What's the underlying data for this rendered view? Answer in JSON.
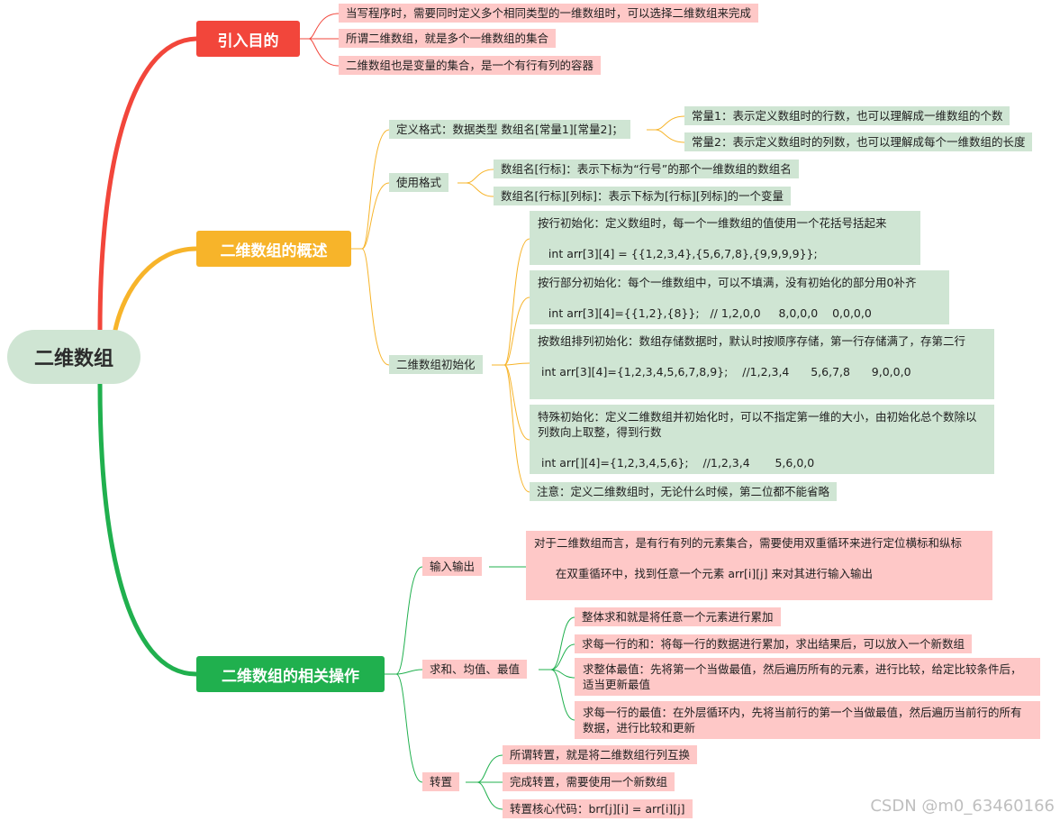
{
  "root": "二维数组",
  "colors": {
    "red": "#f2463b",
    "orange": "#f7b42a",
    "green": "#20b04e",
    "pink_box": "#fec8c7",
    "green_box": "#cfe5d3"
  },
  "branch1": {
    "title": "引入目的",
    "items": [
      "当写程序时，需要同时定义多个相同类型的一维数组时，可以选择二维数组来完成",
      "所谓二维数组，就是多个一维数组的集合",
      "二维数组也是变量的集合，是一个有行有列的容器"
    ]
  },
  "branch2": {
    "title": "二维数组的概述",
    "def": {
      "label": "定义格式：数据类型 数组名[常量1][常量2]；",
      "c1": "常量1：表示定义数组时的行数，也可以理解成一维数组的个数",
      "c2": "常量2：表示定义数组时的列数，也可以理解成每个一维数组的长度"
    },
    "use": {
      "label": "使用格式",
      "u1": "数组名[行标]：表示下标为“行号”的那个一维数组的数组名",
      "u2": "数组名[行标][列标]：表示下标为[行标][列标]的一个变量"
    },
    "init": {
      "label": "二维数组初始化",
      "i1": "按行初始化：定义数组时，每一个一维数组的值使用一个花括号括起来\n\n   int arr[3][4] = {{1,2,3,4},{5,6,7,8},{9,9,9,9}};",
      "i2": "按行部分初始化：每个一维数组中，可以不填满，没有初始化的部分用0补齐\n\n   int arr[3][4]={{1,2},{8}};   // 1,2,0,0     8,0,0,0    0,0,0,0",
      "i3": "按数组排列初始化：数组存储数据时，默认时按顺序存储，第一行存储满了，存第二行\n\n int arr[3][4]={1,2,3,4,5,6,7,8,9};    //1,2,3,4      5,6,7,8      9,0,0,0",
      "i4": "特殊初始化：定义二维数组并初始化时，可以不指定第一维的大小，由初始化总个数除以列数向上取整，得到行数\n\n int arr[][4]={1,2,3,4,5,6};    //1,2,3,4       5,6,0,0",
      "i5": "注意：定义二维数组时，无论什么时候，第二位都不能省略"
    }
  },
  "branch3": {
    "title": "二维数组的相关操作",
    "io": {
      "label": "输入输出",
      "text": "对于二维数组而言，是有行有列的元素集合，需要使用双重循环来进行定位横标和纵标\n\n      在双重循环中，找到任意一个元素 arr[i][j] 来对其进行输入输出"
    },
    "sum": {
      "label": "求和、均值、最值",
      "s1": "整体求和就是将任意一个元素进行累加",
      "s2": "求每一行的和：将每一行的数据进行累加，求出结果后，可以放入一个新数组",
      "s3": "求整体最值：先将第一个当做最值，然后遍历所有的元素，进行比较，给定比较条件后，适当更新最值",
      "s4": "求每一行的最值：在外层循环内，先将当前行的第一个当做最值，然后遍历当前行的所有数据，进行比较和更新"
    },
    "trans": {
      "label": "转置",
      "t1": "所谓转置，就是将二维数组行列互换",
      "t2": "完成转置，需要使用一个新数组",
      "t3": "转置核心代码：brr[j][i] = arr[i][j]"
    }
  },
  "watermark": "CSDN @m0_63460166"
}
